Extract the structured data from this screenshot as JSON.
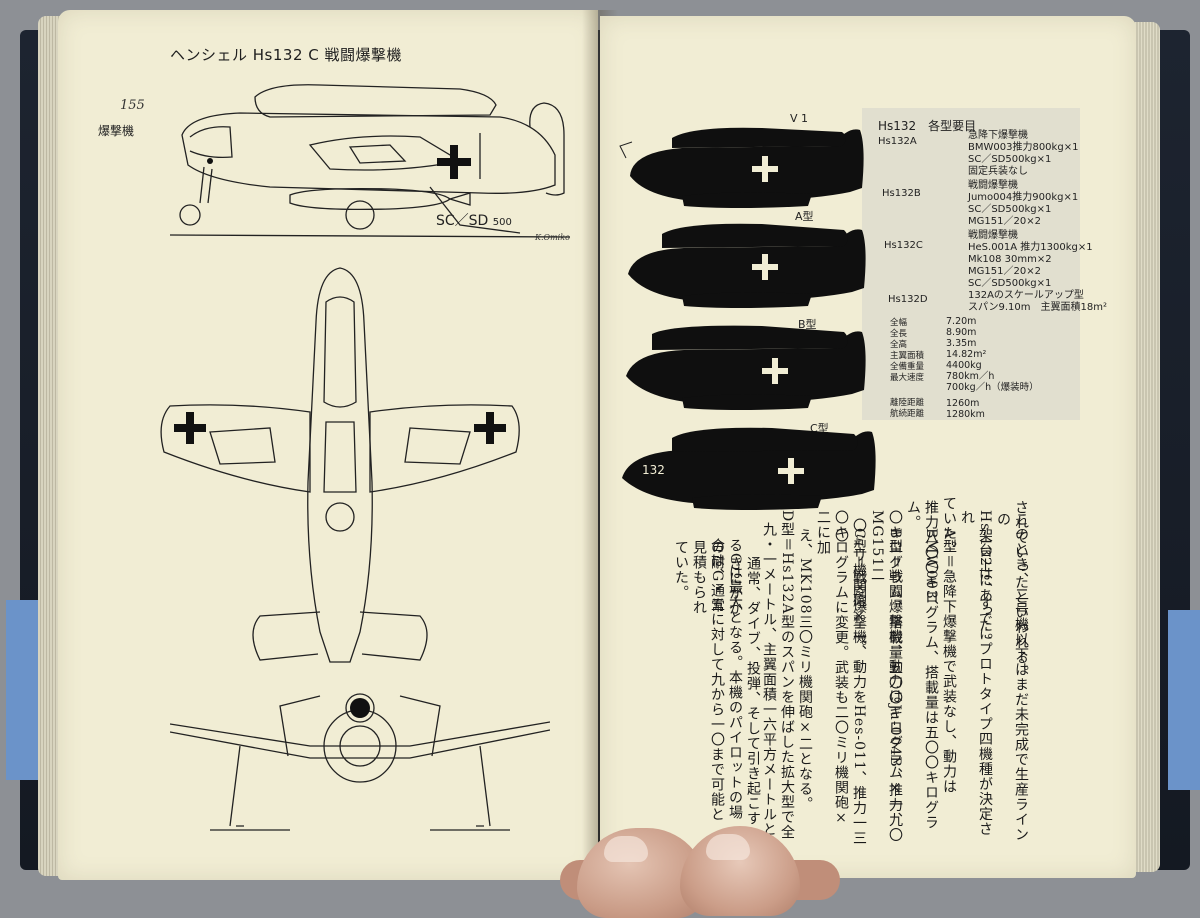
{
  "left_page": {
    "caption": "ヘンシェル Hs132 C 戦闘爆撃機",
    "page_number": "155",
    "section": "爆撃機",
    "bomb_label": "SC／SD",
    "bomb_label_small": "500",
    "signature": "K.Omiko",
    "cross_color": "#111111",
    "line_color": "#222222"
  },
  "right_page": {
    "silhouette_color": "#0f0f0f",
    "variants": [
      {
        "label": "V 1"
      },
      {
        "label": "A型"
      },
      {
        "label": "B型"
      },
      {
        "label": "C型"
      }
    ],
    "c_fuselage_number": "132",
    "specs": {
      "heading": "Hs132　各型要目",
      "a": {
        "name": "Hs132A",
        "lines": [
          "急降下爆撃機",
          "BMW003推力800kg×1",
          "SC／SD500kg×1",
          "固定兵装なし"
        ]
      },
      "b": {
        "name": "Hs132B",
        "lines": [
          "戦闘爆撃機",
          "Jumo004推力900kg×1",
          "SC／SD500kg×1",
          "MG151／20×2"
        ]
      },
      "c": {
        "name": "Hs132C",
        "lines": [
          "戦闘爆撃機",
          "HeS.001A 推力1300kg×1",
          "Mk108 30mm×2",
          "MG151／20×2",
          "SC／SD500kg×1"
        ]
      },
      "d": {
        "name": "Hs132D",
        "lines": [
          "132Aのスケールアップ型",
          "スパン9.10m　主翼面積18m²"
        ]
      },
      "table_labels": [
        "全幅",
        "全長",
        "全高",
        "主翼面積",
        "全備重量",
        "最大速度"
      ],
      "table_values": [
        "7.20m",
        "8.90m",
        "3.35m",
        "14.82m²",
        "4400kg",
        "780km／h",
        "700kg／h（爆装時）"
      ],
      "range_labels": [
        "離陸距離",
        "航続距離"
      ],
      "range_values": [
        "1260m",
        "1280km"
      ]
    },
    "body_columns": [
      "されていったといわれる。",
      "このとき、二号機以下はまだ未完成で生産ラインの",
      "架台上にあった。",
      "Hs-132は、すでにプロトタイプ四機種が決定され",
      "ていた。",
      "A型＝急降下爆撃機で武装なし、動力はBMW003、",
      "推力八〇〇キログラム、搭載量は五〇〇キログラム。",
      "B型＝戦闘爆撃機、動力はJu-004B、推力九〇",
      "〇キログラム、搭載量五〇〇キログラム×一、MG151二",
      "〇ミリ機関砲×二。",
      "C型＝戦闘爆撃機、動力をHes-011、推力一三〇",
      "〇キログラムに変更。武装も二〇ミリ機関砲×二に加",
      "え、MK108三〇ミリ機関砲×二となる。",
      "D型＝Hs132A型のスパンを伸ばした拡大型で全",
      "九・一メートル、主翼面積一六平方メートルとな",
      "通常、ダイブ、投弾、そして引き起こすときにかか",
      "るGは最大となる。本機のパイロットの場合は、通常",
      "の耐G・五に対して九から一〇まで可能と見積もられ",
      "ていた。"
    ]
  }
}
